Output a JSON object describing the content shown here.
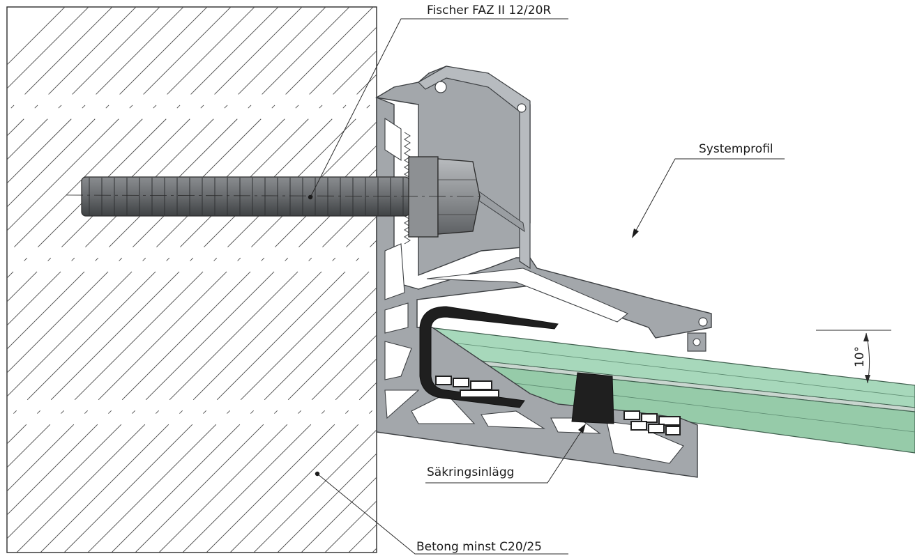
{
  "labels": {
    "anchor": "Fischer FAZ II 12/20R",
    "profile": "Systemprofil",
    "insert": "Säkringsinlägg",
    "concrete": "Betong minst C20/25",
    "angle": "10°"
  },
  "colors": {
    "concrete_hatch": "#4a4a4a",
    "aluminium": "#9ea2a6",
    "aluminium_edge": "#3c3f42",
    "glass": "#9ccfb1",
    "glass_edge": "#3f5f4e",
    "bolt": "#6c6f72",
    "gasket": "#1f1f1f"
  }
}
